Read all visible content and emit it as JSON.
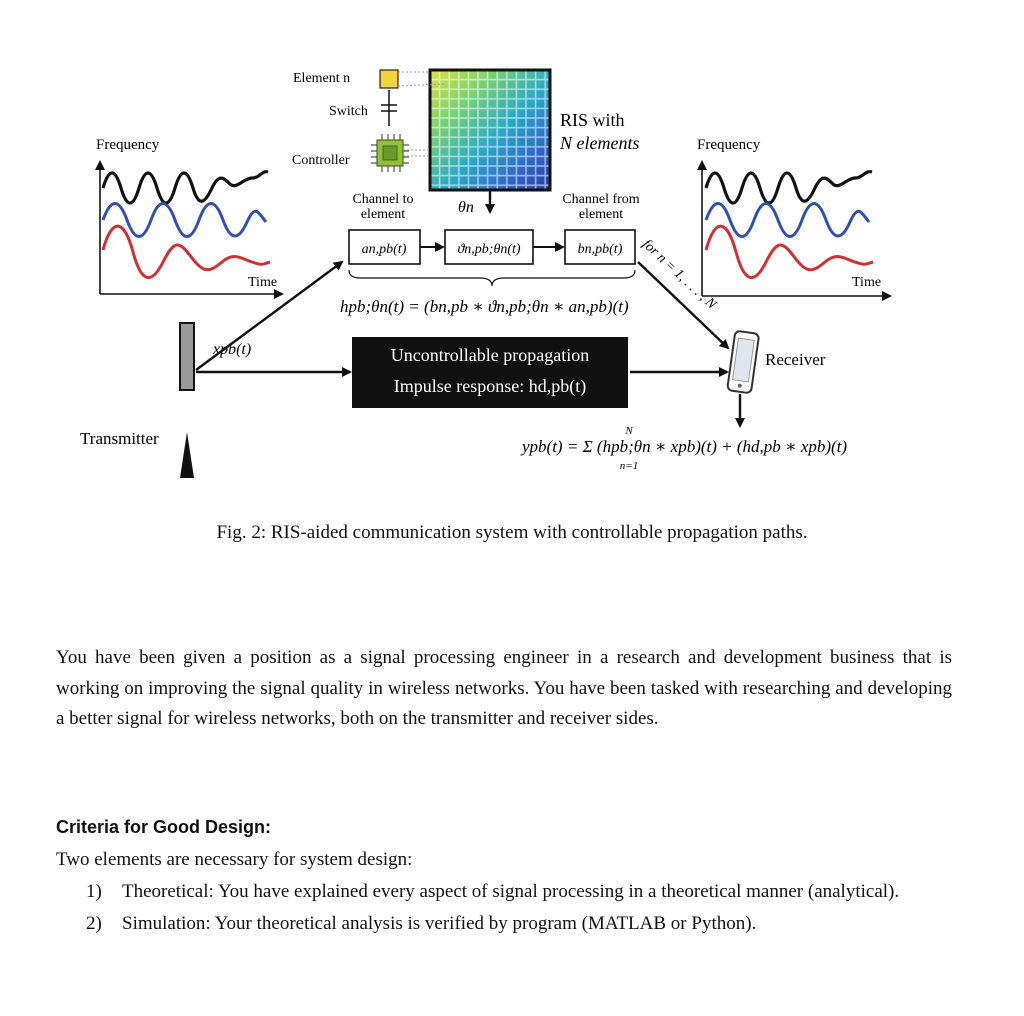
{
  "figure": {
    "left_panel": {
      "y_label": "Frequency",
      "x_label": "Time"
    },
    "right_panel": {
      "y_label": "Frequency",
      "x_label": "Time"
    },
    "ris": {
      "element_label": "Element n",
      "switch_label": "Switch",
      "controller_label": "Controller",
      "title_line1": "RIS with",
      "title_line2": "N elements"
    },
    "channel_to_line1": "Channel to",
    "channel_to_line2": "element",
    "channel_from_line1": "Channel from",
    "channel_from_line2": "element",
    "theta": "θn",
    "box_a": "an,pb(t)",
    "box_phase": "ϑn,pb;θn(t)",
    "box_b": "bn,pb(t)",
    "h_formula": "hpb;θn(t) = (bn,pb ∗ ϑn,pb;θn ∗ an,pb)(t)",
    "for_n": "for n = 1, . . . , N",
    "x_signal": "xpb(t)",
    "uncontrollable_line1": "Uncontrollable propagation",
    "uncontrollable_line2": "Impulse response: hd,pb(t)",
    "receiver_label": "Receiver",
    "transmitter_label": "Transmitter",
    "y_formula": "ypb(t) = Σ (hpb;θn ∗ xpb)(t) + (hd,pb ∗ xpb)(t)",
    "sum_upper": "N",
    "sum_lower": "n=1"
  },
  "caption": "Fig. 2: RIS-aided communication system with controllable propagation paths.",
  "paragraph": "You have been given a position as a signal processing engineer in a research and development business that is working on improving the signal quality in wireless networks. You have been tasked with researching and developing a better signal for wireless networks, both on the transmitter and receiver sides.",
  "criteria": {
    "title": "Criteria for Good Design:",
    "intro": "Two elements are necessary for system design:",
    "items": [
      {
        "num": "1)",
        "text": "Theoretical: You have explained every aspect of signal processing in a theoretical manner (analytical)."
      },
      {
        "num": "2)",
        "text": "Simulation: Your theoretical analysis is verified by program (MATLAB or Python)."
      }
    ]
  }
}
